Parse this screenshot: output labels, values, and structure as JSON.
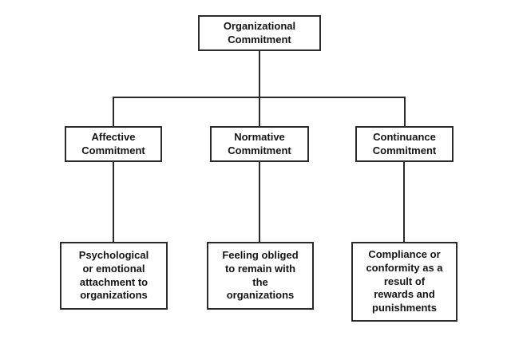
{
  "colors": {
    "background": "#ffffff",
    "box_border": "#2b2b2b",
    "connector_line": "#2b2b2b",
    "text": "#141414"
  },
  "diagram": {
    "root": {
      "label": "Organizational\nCommitment"
    },
    "branches": [
      {
        "label": "Affective\nCommitment",
        "description": "Psychological\nor emotional\nattachment to\norganizations"
      },
      {
        "label": "Normative\nCommitment",
        "description": "Feeling obliged\nto remain with\nthe\norganizations"
      },
      {
        "label": "Continuance\nCommitment",
        "description": "Compliance or\nconformity as a\nresult of\nrewards and\npunishments"
      }
    ]
  }
}
